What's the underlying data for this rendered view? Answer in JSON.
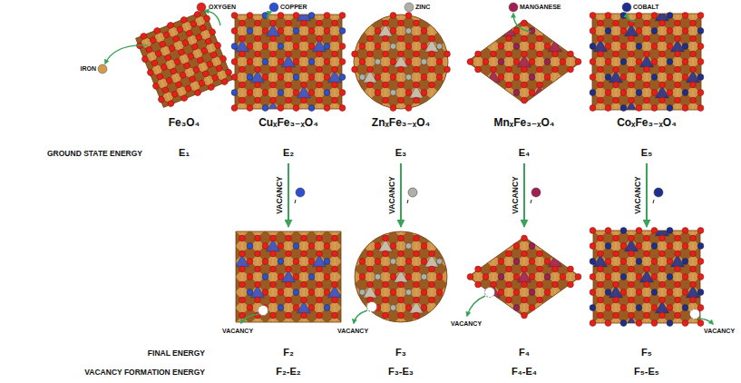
{
  "diagram": {
    "nodes": [
      {
        "text": [
          "Fe₃O₄",
          "E₁"
        ]
      },
      {
        "text": [
          "CuₓFe₃₋ₓO₄",
          "E₂"
        ]
      },
      {
        "text": [
          "ZnₓFe₃₋ₓO₄",
          "E₃"
        ]
      },
      {
        "text": [
          "MnₓFe₃₋ₓO₄",
          "E₄"
        ]
      },
      {
        "text": [
          "CoₓFe₃₋ₓO₄",
          "E₅"
        ]
      },
      {
        "text": [
          "VACANCY"
        ]
      },
      {
        "text": [
          "VACANCY"
        ]
      },
      {
        "text": [
          "VACANCY"
        ]
      },
      {
        "text": [
          "VACANCY"
        ]
      }
    ],
    "edges": [
      {
        "from": 1,
        "to": 5,
        "label": "VACANCY",
        "arrow": "to"
      },
      {
        "from": 2,
        "to": 6,
        "label": "VACANCY",
        "arrow": "to"
      },
      {
        "from": 3,
        "to": 7,
        "label": "VACANCY",
        "arrow": "to"
      },
      {
        "from": 4,
        "to": 8,
        "label": "VACANCY",
        "arrow": "to"
      }
    ],
    "labels": [
      "OXYGEN",
      "COPPER",
      "ZINC",
      "MANGANESE",
      "COBALT",
      "IRON",
      "GROUND STATE ENERGY",
      "FINAL ENERGY",
      "F₂",
      "F₃",
      "F₄",
      "F₅",
      "VACANCY FORMATION ENERGY",
      "F₂-E₂",
      "F₃-E₃",
      "F₄-E₄",
      "F₅-E₅"
    ]
  }
}
